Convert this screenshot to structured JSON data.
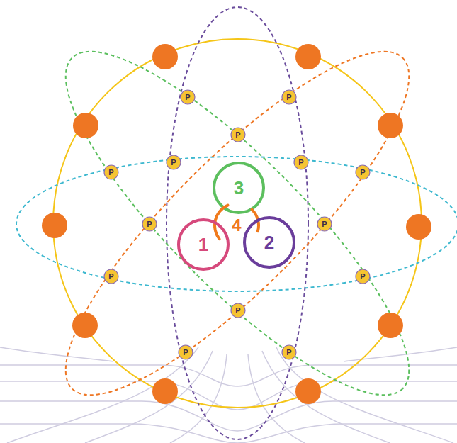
{
  "diagram": {
    "nodes": [
      {
        "text": [
          "3"
        ]
      },
      {
        "text": [
          "4"
        ]
      },
      {
        "text": [
          "1"
        ]
      },
      {
        "text": [
          "2"
        ]
      },
      {
        "text": [
          "P"
        ]
      },
      {
        "text": [
          "P"
        ]
      },
      {
        "text": [
          "P"
        ]
      },
      {
        "text": [
          "P"
        ]
      },
      {
        "text": [
          "P"
        ]
      },
      {
        "text": [
          "P"
        ]
      },
      {
        "text": [
          "P"
        ]
      },
      {
        "text": [
          "P"
        ]
      },
      {
        "text": [
          "P"
        ]
      },
      {
        "text": [
          "P"
        ]
      },
      {
        "text": [
          "P"
        ]
      },
      {
        "text": [
          "P"
        ]
      },
      {
        "text": [
          "P"
        ]
      },
      {
        "text": [
          "P"
        ]
      }
    ]
  }
}
